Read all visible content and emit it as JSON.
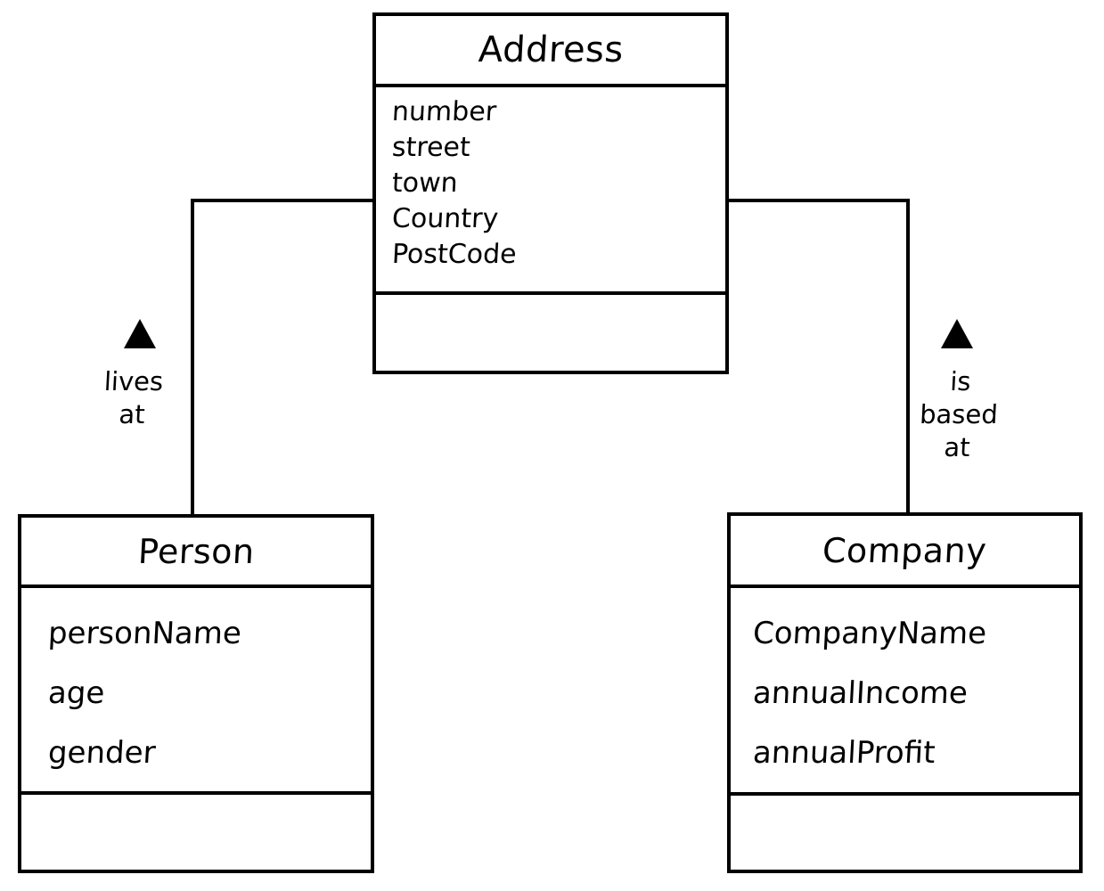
{
  "diagram": {
    "type": "uml-class-diagram",
    "style": "hand-drawn",
    "background_color": "#ffffff",
    "stroke_color": "#000000"
  },
  "classes": [
    {
      "id": "address",
      "name": "Address",
      "attributes": [
        "number",
        "street",
        "town",
        "Country",
        "PostCode"
      ],
      "operations": []
    },
    {
      "id": "person",
      "name": "Person",
      "attributes": [
        "personName",
        "age",
        "gender"
      ],
      "operations": []
    },
    {
      "id": "company",
      "name": "Company",
      "attributes": [
        "CompanyName",
        "annualIncome",
        "annualProfit"
      ],
      "operations": []
    }
  ],
  "relationships": [
    {
      "id": "lives-at",
      "label": "lives\nat",
      "from": "person",
      "to": "address",
      "arrow": "filled-triangle"
    },
    {
      "id": "is-based-at",
      "label": "is\nbased\nat",
      "from": "company",
      "to": "address",
      "arrow": "filled-triangle"
    }
  ]
}
